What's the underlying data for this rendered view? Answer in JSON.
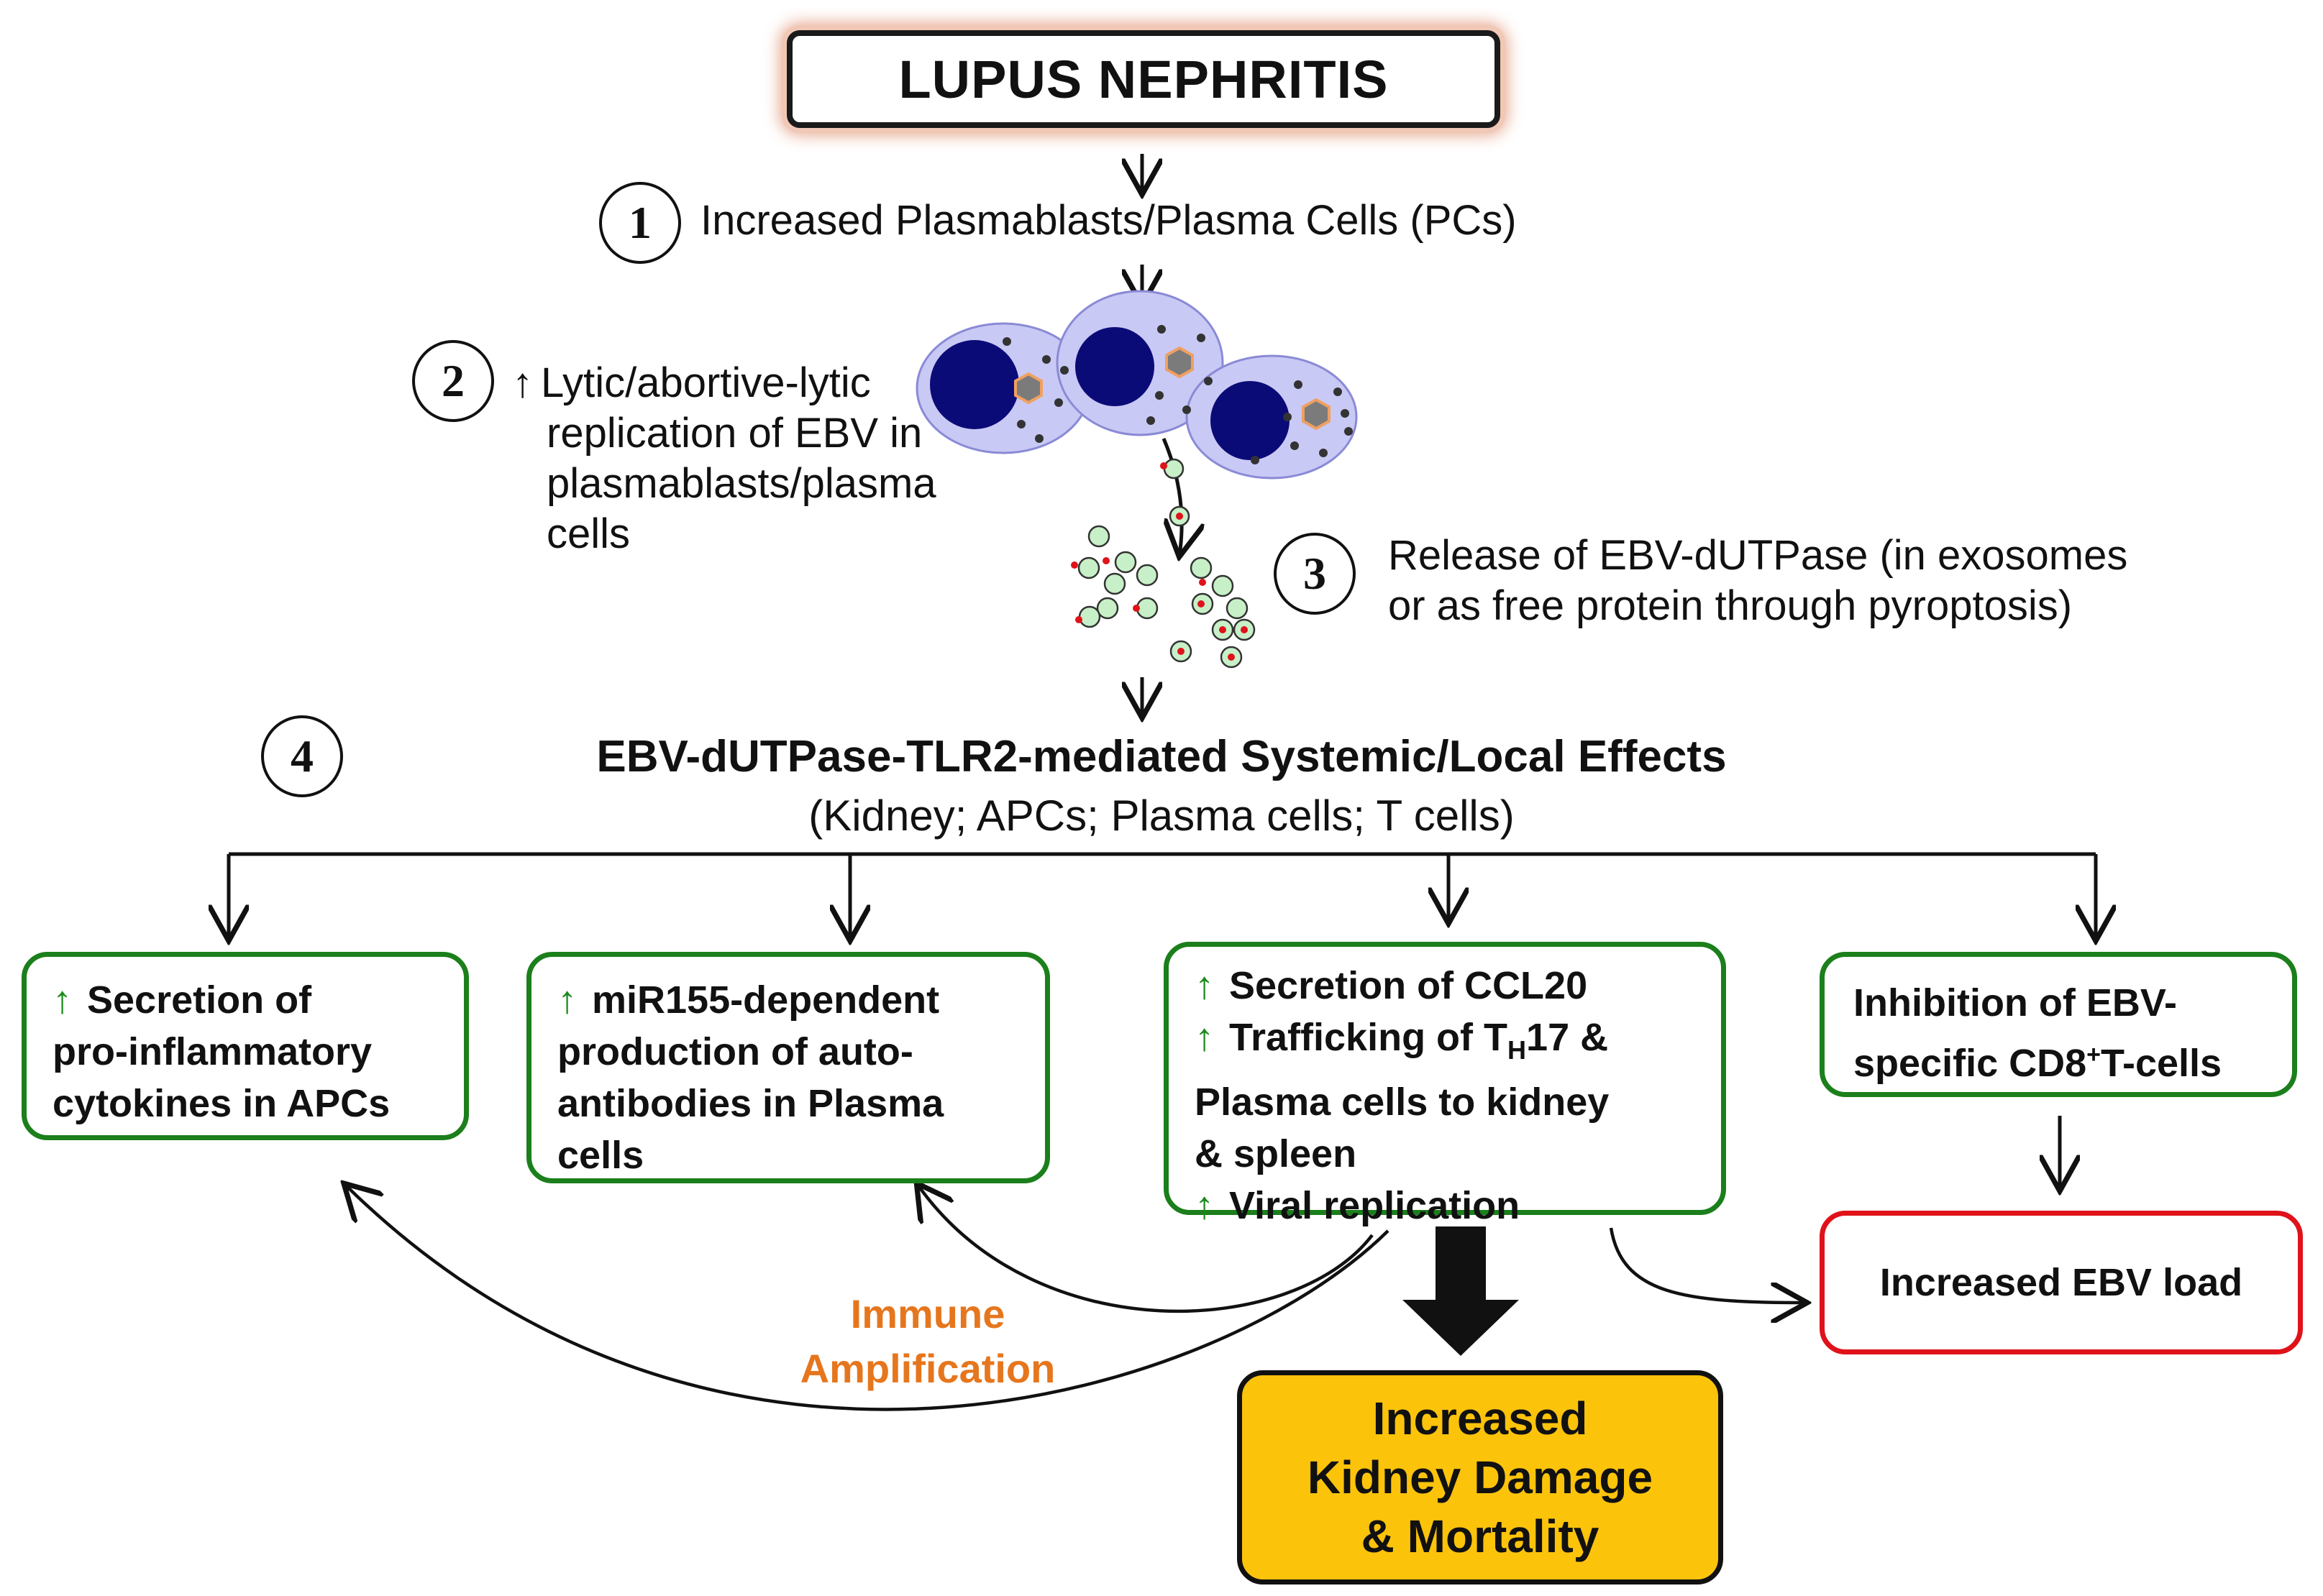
{
  "title": "LUPUS NEPHRITIS",
  "steps": {
    "s1": {
      "num": "1",
      "text": "Increased Plasmablasts/Plasma Cells (PCs)"
    },
    "s2": {
      "num": "2",
      "lines": [
        "Lytic/abortive-lytic",
        "replication of EBV in",
        "plasmablasts/plasma",
        "cells"
      ]
    },
    "s3": {
      "num": "3",
      "lines": [
        "Release of EBV-dUTPase (in exosomes",
        "or as free protein through pyroptosis)"
      ]
    },
    "s4": {
      "num": "4",
      "heading": "EBV-dUTPase-TLR2-mediated Systemic/Local Effects",
      "subheading": "(Kidney; APCs;  Plasma cells; T cells)"
    }
  },
  "effects": {
    "cytokines": {
      "lines": [
        "Secretion of",
        "pro-inflammatory",
        "cytokines in APCs"
      ]
    },
    "mir155": {
      "lines": [
        "miR155-dependent",
        "production of auto-",
        "antibodies in Plasma",
        "cells"
      ]
    },
    "ccl20": {
      "line1": "Secretion of CCL20",
      "line2_pre": "Trafficking of T",
      "line2_sub": "H",
      "line2_post": "17 &",
      "line3": "Plasma cells to kidney",
      "line4": "& spleen",
      "line5": "Viral replication"
    },
    "cd8": {
      "line1": "Inhibition of EBV-",
      "line2_pre": "specific CD8",
      "line2_sup": "+",
      "line2_post": "T-cells"
    }
  },
  "ebv_load": "Increased EBV load",
  "immune_amplification": [
    "Immune",
    "Amplification"
  ],
  "outcome": [
    "Increased",
    "Kidney Damage",
    "& Mortality"
  ],
  "colors": {
    "green_border": "#1b7f1b",
    "red_border": "#e0121a",
    "orange_text": "#e6761d",
    "outcome_fill": "#fcc30b",
    "cell_fill": "#c9c9f5",
    "nucleus": "#0b0b78",
    "exosome": "#c8f0c8"
  }
}
